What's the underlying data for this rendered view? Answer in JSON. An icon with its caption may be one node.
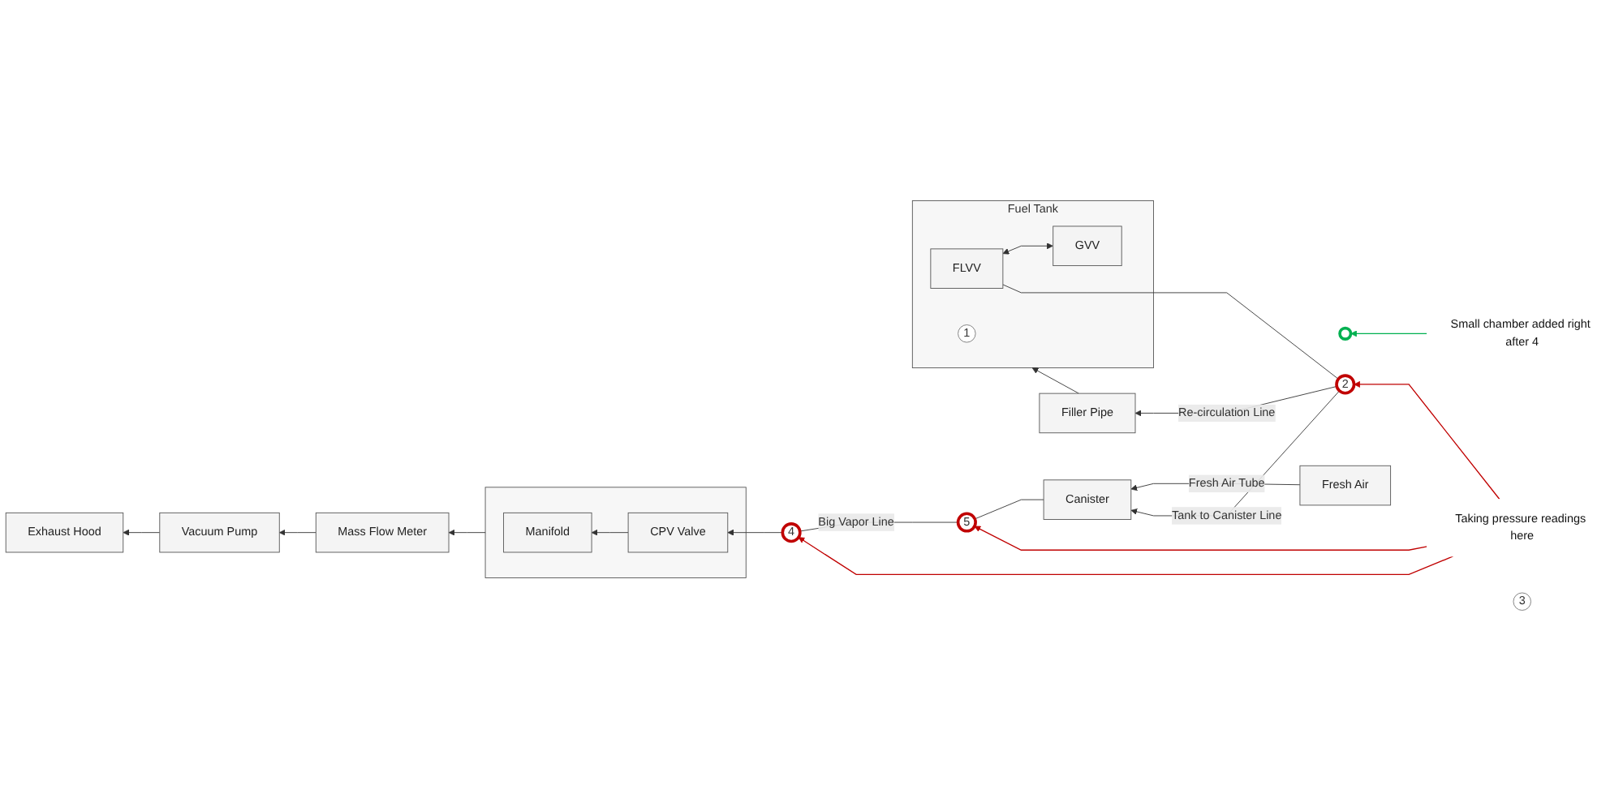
{
  "diagram": {
    "nodes": [
      {
        "text": [
          "Taking pressure readings here"
        ]
      },
      {
        "text": [
          "Mass Flow Meter"
        ]
      },
      {
        "text": [],
        "shape": "box"
      },
      {
        "text": [
          "Manifold"
        ],
        "in": 2
      },
      {
        "text": [
          "CPV Valve"
        ],
        "in": 2
      },
      {
        "text": [
          "4"
        ]
      },
      {
        "text": [],
        "shape": "circle"
      },
      {
        "text": [
          "5"
        ]
      },
      {
        "text": [
          "Canister"
        ]
      },
      {
        "text": [
          "Fresh Air"
        ]
      },
      {
        "text": [
          "2"
        ]
      },
      {
        "text": [
          "Vacuum Pump"
        ]
      },
      {
        "text": [
          "Small chamber added right after 4"
        ]
      },
      {
        "text": [
          "Fuel Tank"
        ]
      },
      {
        "text": [
          "FLVV"
        ],
        "in": 13
      },
      {
        "text": [
          "1"
        ],
        "in": 13
      },
      {
        "text": [
          "GVV"
        ],
        "in": 13
      },
      {
        "text": [
          "3"
        ]
      },
      {
        "text": [
          "Exhaust Hood"
        ]
      },
      {
        "text": [
          "Filler Pipe"
        ]
      }
    ],
    "edges": [
      {
        "from": 9,
        "to": 8,
        "arrow": "to",
        "label": "Fresh Air Tube"
      },
      {
        "from": 8,
        "to": 7,
        "arrow": "none"
      },
      {
        "from": 7,
        "to": 5,
        "arrow": "none",
        "label": "Big Vapor Line"
      },
      {
        "from": 5,
        "to": 4,
        "arrow": "to"
      },
      {
        "from": 4,
        "to": 3,
        "arrow": "to"
      },
      {
        "from": 2,
        "to": 1,
        "arrow": "to"
      },
      {
        "from": 1,
        "to": 11,
        "arrow": "to"
      },
      {
        "from": 11,
        "to": 18,
        "arrow": "to"
      },
      {
        "from": 14,
        "to": 10,
        "arrow": "none"
      },
      {
        "from": 10,
        "to": 8,
        "arrow": "to",
        "label": "Tank to Canister Line"
      },
      {
        "from": 10,
        "to": 19,
        "arrow": "to",
        "label": "Re-circulation Line"
      },
      {
        "from": 19,
        "to": 13,
        "arrow": "to"
      },
      {
        "from": 16,
        "to": 14,
        "arrow": "both"
      },
      {
        "from": 0,
        "to": 5,
        "arrow": "to",
        "color": "#c00000"
      },
      {
        "from": 0,
        "to": 10,
        "arrow": "to",
        "color": "#c00000"
      },
      {
        "from": 0,
        "to": 7,
        "arrow": "to",
        "color": "#c00000"
      },
      {
        "from": 12,
        "to": 6,
        "arrow": "to",
        "color": "#00b050"
      }
    ]
  }
}
